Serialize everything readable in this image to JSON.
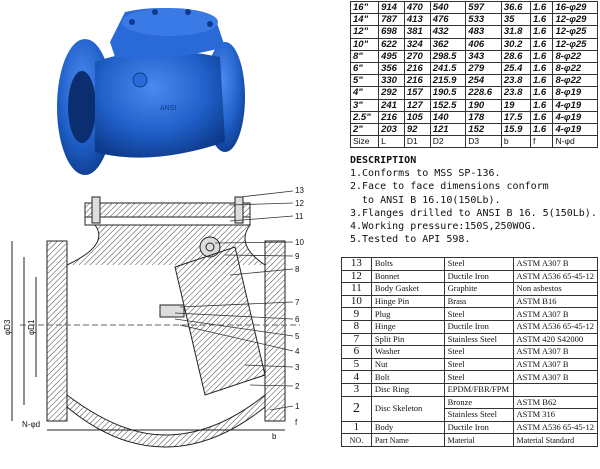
{
  "dimension_table": {
    "header": [
      "Size",
      "L",
      "D1",
      "D2",
      "D3",
      "b",
      "f",
      "N-φd"
    ],
    "rows": [
      [
        "16\"",
        "914",
        "470",
        "540",
        "597",
        "36.6",
        "1.6",
        "16-φ29"
      ],
      [
        "14\"",
        "787",
        "413",
        "476",
        "533",
        "35",
        "1.6",
        "12-φ29"
      ],
      [
        "12\"",
        "698",
        "381",
        "432",
        "483",
        "31.8",
        "1.6",
        "12-φ25"
      ],
      [
        "10\"",
        "622",
        "324",
        "362",
        "406",
        "30.2",
        "1.6",
        "12-φ25"
      ],
      [
        "8\"",
        "495",
        "270",
        "298.5",
        "343",
        "28.6",
        "1.6",
        "8-φ22"
      ],
      [
        "6\"",
        "356",
        "216",
        "241.5",
        "279",
        "25.4",
        "1.6",
        "8-φ22"
      ],
      [
        "5\"",
        "330",
        "216",
        "215.9",
        "254",
        "23.8",
        "1.6",
        "8-φ22"
      ],
      [
        "4\"",
        "292",
        "157",
        "190.5",
        "228.6",
        "23.8",
        "1.6",
        "8-φ19"
      ],
      [
        "3\"",
        "241",
        "127",
        "152.5",
        "190",
        "19",
        "1.6",
        "4-φ19"
      ],
      [
        "2.5\"",
        "216",
        "105",
        "140",
        "178",
        "17.5",
        "1.6",
        "4-φ19"
      ],
      [
        "2\"",
        "203",
        "92",
        "121",
        "152",
        "15.9",
        "1.6",
        "4-φ19"
      ]
    ]
  },
  "description": {
    "title": "DESCRIPTION",
    "lines": [
      "1.Conforms to MSS SP-136.",
      "2.Face to face dimensions conform",
      "  to ANSI B 16.10(150Lb).",
      "3.Flanges drilled to ANSI B 16. 5(150Lb).",
      "4.Working pressure:150S,250WOG.",
      "5.Tested to API 598."
    ]
  },
  "parts_table": {
    "rows": [
      {
        "no": "13",
        "name": "Bolts",
        "material": "Steel",
        "standard": "ASTM A307 B"
      },
      {
        "no": "12",
        "name": "Bonnet",
        "material": "Ductile Iron",
        "standard": "ASTM A536 65-45-12"
      },
      {
        "no": "11",
        "name": "Body Gasket",
        "material": "Graphite",
        "standard": "Non asbestos"
      },
      {
        "no": "10",
        "name": "Hinge Pin",
        "material": "Brass",
        "standard": "ASTM B16"
      },
      {
        "no": "9",
        "name": "Plug",
        "material": "Steel",
        "standard": "ASTM A307 B"
      },
      {
        "no": "8",
        "name": "Hinge",
        "material": "Ductile Iron",
        "standard": "ASTM A536 65-45-12"
      },
      {
        "no": "7",
        "name": "Split Pin",
        "material": "Stainless Steel",
        "standard": "ASTM 420 S42000"
      },
      {
        "no": "6",
        "name": "Washer",
        "material": "Steel",
        "standard": "ASTM A307 B"
      },
      {
        "no": "5",
        "name": "Nut",
        "material": "Steel",
        "standard": "ASTM A307 B"
      },
      {
        "no": "4",
        "name": "Bolt",
        "material": "Steel",
        "standard": "ASTM A307 B"
      },
      {
        "no": "3",
        "name": "Disc Ring",
        "material": "EPDM/FBR/FPM",
        "standard": ""
      }
    ],
    "disc_skeleton": {
      "no": "2",
      "name": "Disc Skeleton",
      "mat1": "Bronze",
      "std1": "ASTM B62",
      "mat2": "Stainless Steel",
      "std2": "ASTM 316"
    },
    "body": {
      "no": "1",
      "name": "Body",
      "material": "Ductile Iron",
      "standard": "ASTM A536 65-45-12"
    },
    "header": {
      "no": "NO.",
      "name": "Part Name",
      "material": "Material",
      "standard": "Material Standard"
    }
  },
  "drawing_labels": {
    "callouts": [
      "13",
      "12",
      "11",
      "10",
      "9",
      "8",
      "7",
      "6",
      "5",
      "4",
      "3",
      "2",
      "1"
    ],
    "d3": "φD3",
    "d1": "φD1",
    "nd": "N-φd",
    "b": "b",
    "f": "f"
  },
  "colors": {
    "valve_blue": "#1f5fc8",
    "valve_dark": "#0d3a8a",
    "hatch": "#444444"
  }
}
